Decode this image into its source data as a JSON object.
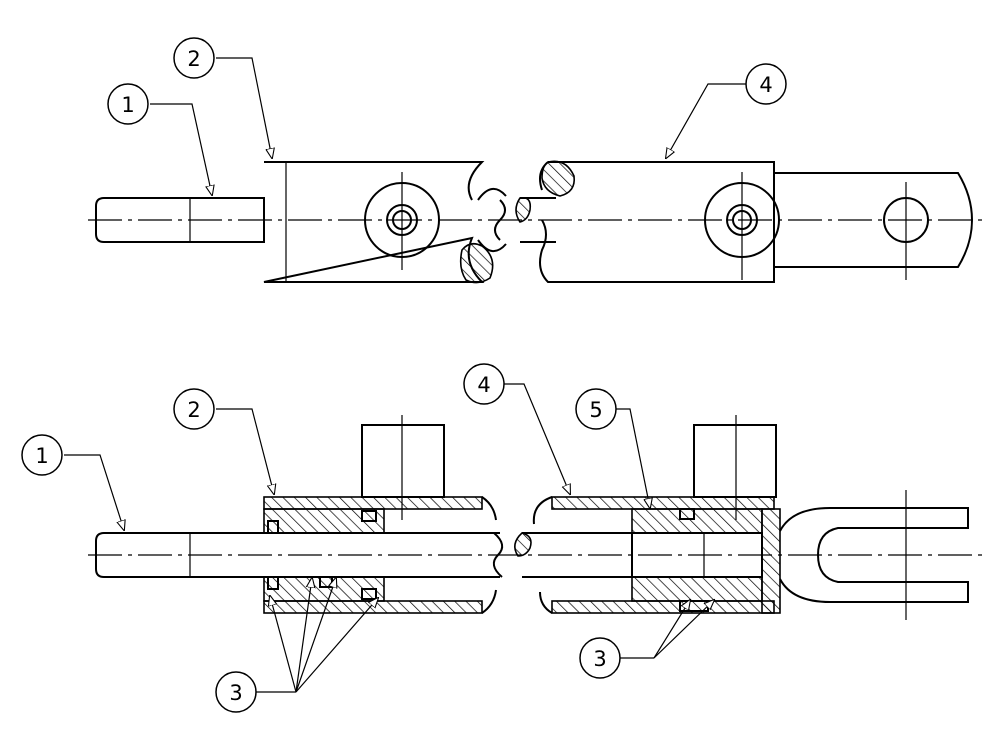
{
  "callouts": [
    {
      "label": "1"
    },
    {
      "label": "2"
    },
    {
      "label": "4"
    },
    {
      "label": "1"
    },
    {
      "label": "2"
    },
    {
      "label": "4"
    },
    {
      "label": "5"
    },
    {
      "label": "3"
    },
    {
      "label": "3"
    }
  ],
  "colors": {
    "line": "#000000",
    "background": "#ffffff"
  }
}
